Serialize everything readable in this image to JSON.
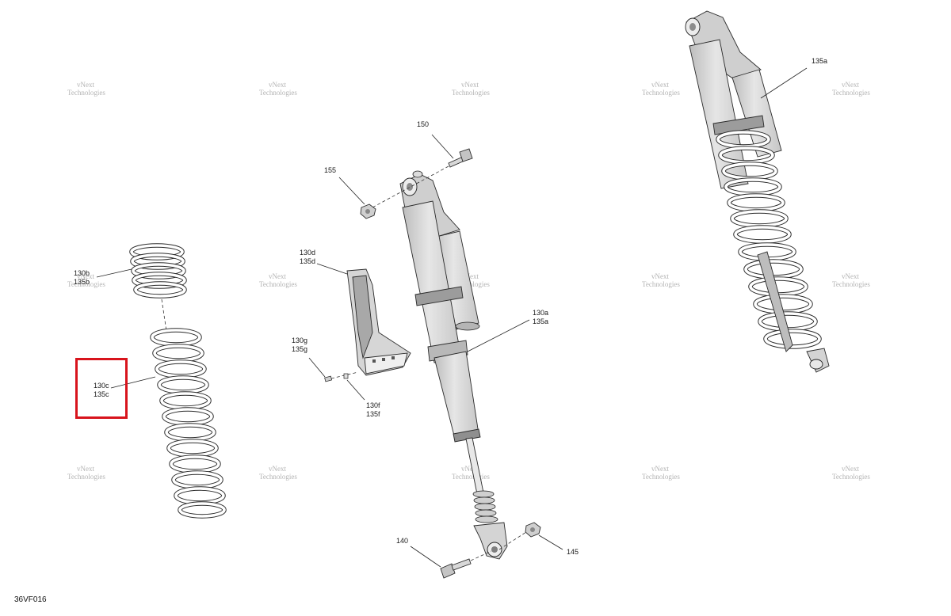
{
  "diagram_code": "36VF016",
  "watermark": {
    "line1": "vNext",
    "line2": "Technologies",
    "line3": "vNext Technologies"
  },
  "labels": {
    "l150": "150",
    "l155": "155",
    "l130d": "130d",
    "l135d": "135d",
    "l130g": "130g",
    "l135g": "135g",
    "l130f": "130f",
    "l135f": "135f",
    "l130a": "130a",
    "l135a_mid": "135a",
    "l135a_right": "135a",
    "l130b": "130b",
    "l135b": "135b",
    "l130c": "130c",
    "l135c": "135c",
    "l140": "140",
    "l145": "145"
  },
  "highlight": {
    "color": "#d8141c",
    "target": "130c / 135c"
  },
  "colors": {
    "part_fill": "#d9d9d9",
    "part_dark": "#bfbfbf",
    "line": "#222222"
  }
}
